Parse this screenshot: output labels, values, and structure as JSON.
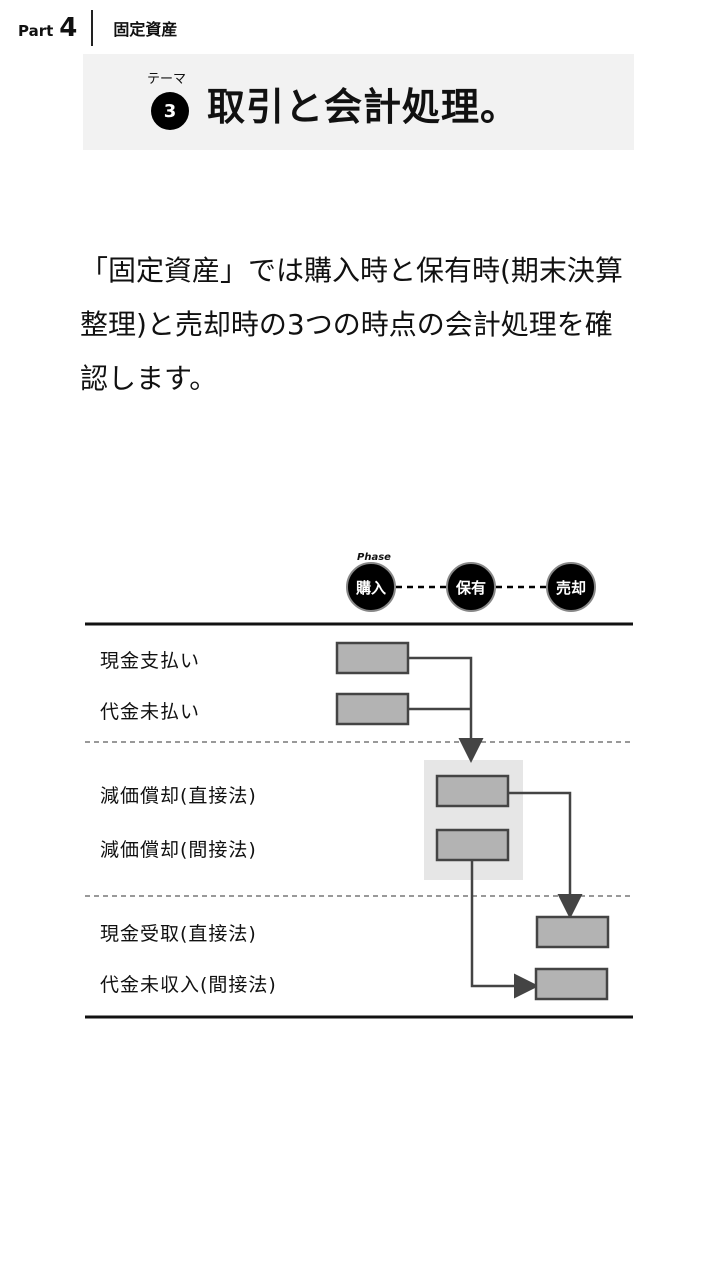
{
  "header": {
    "part_word": "Part",
    "part_number": "4",
    "section": "固定資産"
  },
  "theme": {
    "label": "テーマ",
    "number": "3",
    "title": "取引と会計処理。"
  },
  "intro": {
    "text": "「固定資産」では購入時と保有時(期末決算整理)と売却時の3つの時点の会計処理を確認します。"
  },
  "diagram": {
    "phase_word": "Phase",
    "phases": [
      "購入",
      "保有",
      "売却"
    ],
    "rows": [
      "現金支払い",
      "代金未払い",
      "減価償却(直接法)",
      "減価償却(間接法)",
      "現金受取(直接法)",
      "代金未収入(間接法)"
    ],
    "colors": {
      "box_fill": "#b3b3b3",
      "box_stroke": "#444444",
      "highlight": "#e6e6e6",
      "arrow": "#444444",
      "phase_circle": "#000000"
    }
  }
}
